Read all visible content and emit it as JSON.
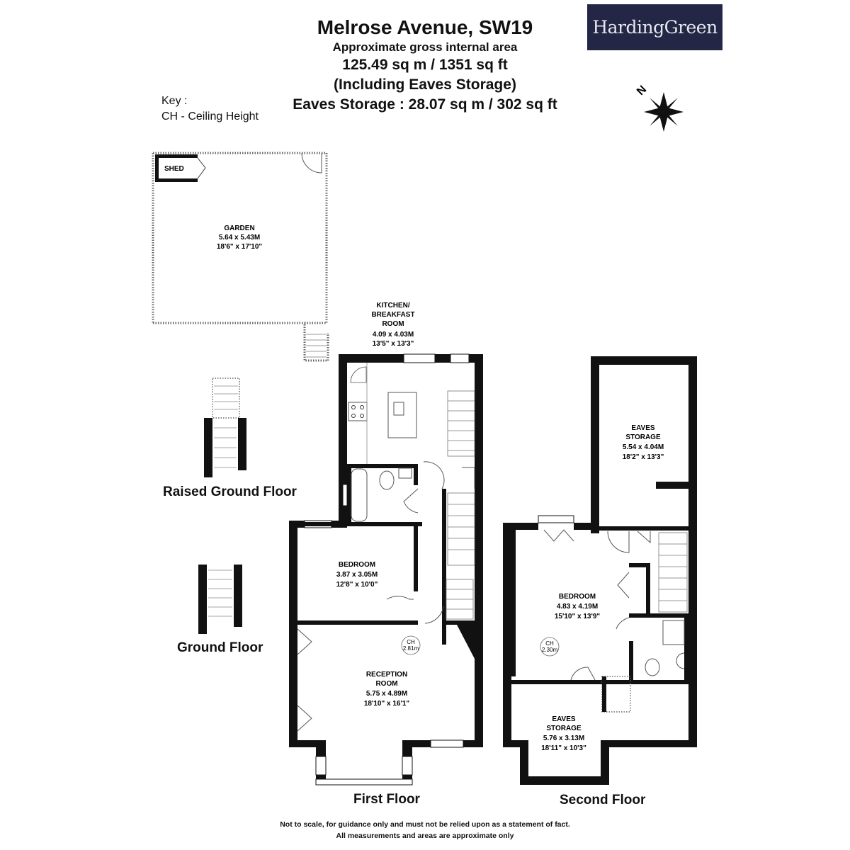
{
  "header": {
    "title": "Melrose Avenue, SW19",
    "subtitle": "Approximate gross internal area",
    "area": "125.49 sq m /  1351 sq ft",
    "including": "(Including Eaves Storage)",
    "eaves": "Eaves Storage : 28.07 sq m /  302 sq ft"
  },
  "logo": "HardingGreen",
  "key": {
    "title": "Key :",
    "line": "CH - Ceiling Height"
  },
  "compass": {
    "label": "N"
  },
  "floors": {
    "raised_ground": "Raised Ground Floor",
    "ground": "Ground Floor",
    "first": "First Floor",
    "second": "Second Floor"
  },
  "rooms": {
    "shed": "SHED",
    "garden": {
      "name": "GARDEN",
      "metric": "5.64 x 5.43M",
      "imperial": "18'6\" x 17'10\""
    },
    "kitchen": {
      "name1": "KITCHEN/",
      "name2": "BREAKFAST",
      "name3": "ROOM",
      "metric": "4.09 x 4.03M",
      "imperial": "13'5\" x 13'3\""
    },
    "bedroom1": {
      "name": "BEDROOM",
      "metric": "3.87 x 3.05M",
      "imperial": "12'8\" x 10'0\""
    },
    "reception": {
      "name1": "RECEPTION",
      "name2": "ROOM",
      "metric": "5.75 x 4.89M",
      "imperial": "18'10\" x 16'1\""
    },
    "eaves1": {
      "name1": "EAVES",
      "name2": "STORAGE",
      "metric": "5.54 x 4.04M",
      "imperial": "18'2\" x 13'3\""
    },
    "bedroom2": {
      "name": "BEDROOM",
      "metric": "4.83 x 4.19M",
      "imperial": "15'10\" x 13'9\""
    },
    "eaves2": {
      "name1": "EAVES",
      "name2": "STORAGE",
      "metric": "5.76 x 3.13M",
      "imperial": "18'11\" x 10'3\""
    }
  },
  "ceiling": {
    "first": {
      "label": "CH",
      "value": "2.81m"
    },
    "second": {
      "label": "CH",
      "value": "2.30m"
    }
  },
  "disclaimer": {
    "line1": "Not to scale, for guidance only and must not be relied upon as a statement of fact.",
    "line2": "All measurements and areas are approximate only"
  }
}
